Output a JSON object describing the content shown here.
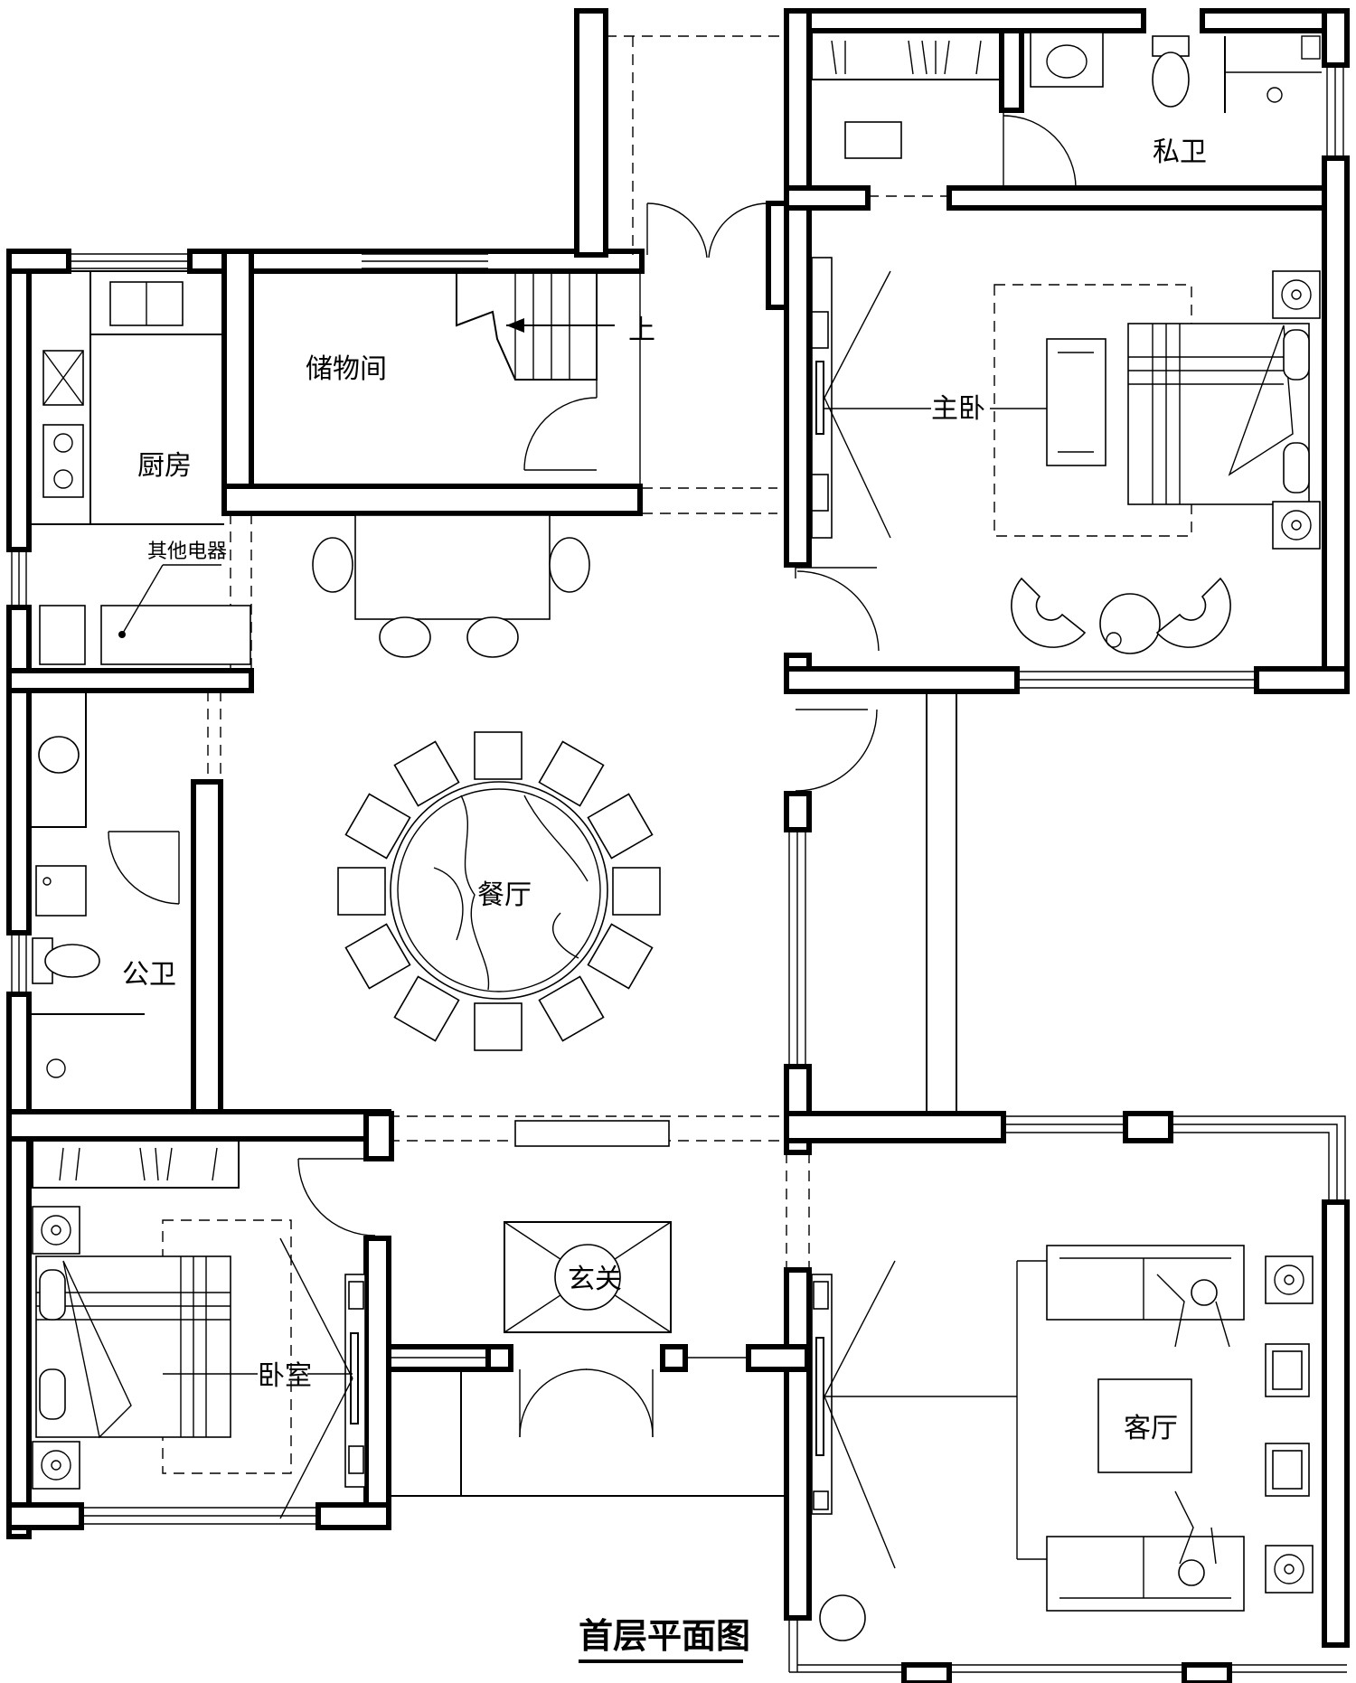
{
  "title": "首层平面图",
  "rooms": {
    "kitchen": "厨房",
    "storage": "储物间",
    "stairs_up": "上",
    "master_bedroom": "主卧",
    "private_bath": "私卫",
    "appliances": "其他电器",
    "dining": "餐厅",
    "public_bath": "公卫",
    "bedroom": "卧室",
    "foyer": "玄关",
    "living_room": "客厅"
  }
}
